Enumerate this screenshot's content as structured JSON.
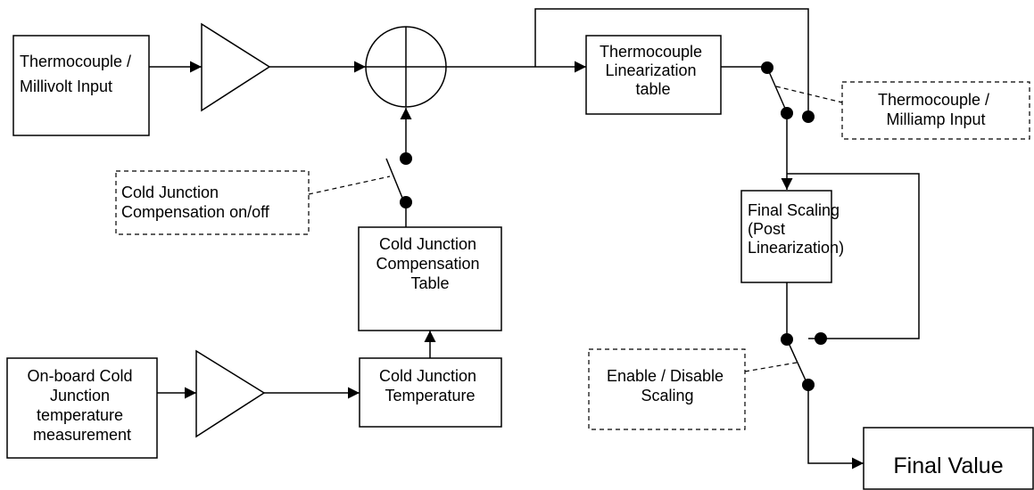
{
  "blocks": {
    "thermocouple_input": [
      "Thermocouple /",
      "Millivolt Input"
    ],
    "onboard_cj": [
      "On-board Cold",
      "Junction",
      "temperature",
      "measurement"
    ],
    "cj_temperature": [
      "Cold Junction",
      "Temperature"
    ],
    "cj_comp_table": [
      "Cold Junction",
      "Compensation",
      "Table"
    ],
    "linearization_table": [
      "Thermocouple",
      "Linearization",
      "table"
    ],
    "final_scaling": [
      "Final  Scaling",
      "(Post",
      "Linearization)"
    ],
    "final_value": "Final Value"
  },
  "notes": {
    "cj_comp_switch": [
      "Cold Junction",
      "Compensation on/off"
    ],
    "thermo_milliamp": [
      "Thermocouple /",
      "Milliamp Input"
    ],
    "enable_scaling": [
      "Enable / Disable",
      "Scaling"
    ]
  }
}
